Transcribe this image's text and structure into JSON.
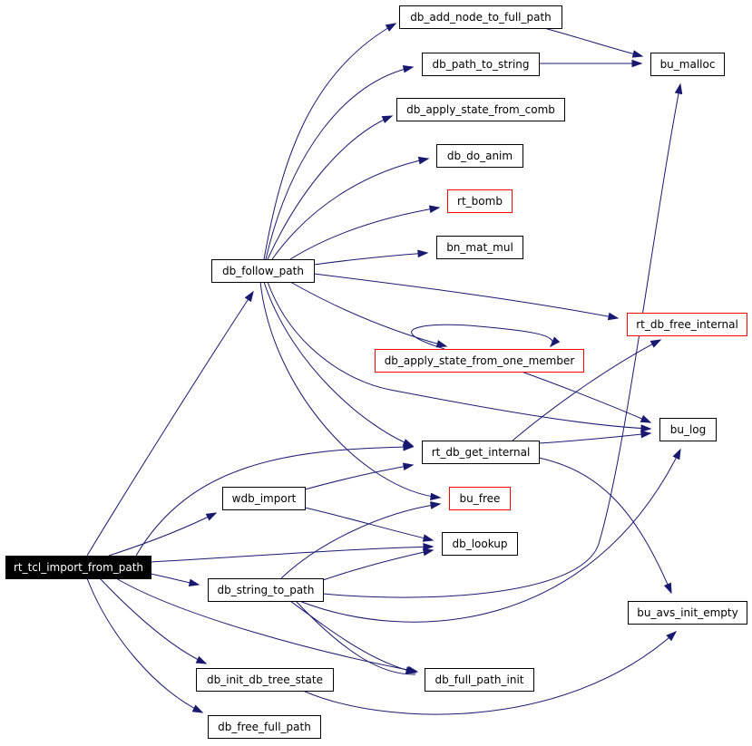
{
  "colors": {
    "edge": "#191970",
    "node_border": "#000000",
    "node_border_truncated": "#ff0000",
    "root_fill": "#000000",
    "root_text": "#ffffff"
  },
  "nodes": [
    {
      "id": "rt_tcl_import_from_path",
      "label": "rt_tcl_import_from_path",
      "kind": "root"
    },
    {
      "id": "db_follow_path",
      "label": "db_follow_path",
      "kind": "normal"
    },
    {
      "id": "db_add_node_to_full_path",
      "label": "db_add_node_to_full_path",
      "kind": "normal"
    },
    {
      "id": "db_path_to_string",
      "label": "db_path_to_string",
      "kind": "normal"
    },
    {
      "id": "bu_malloc",
      "label": "bu_malloc",
      "kind": "normal"
    },
    {
      "id": "db_apply_state_from_comb",
      "label": "db_apply_state_from_comb",
      "kind": "normal"
    },
    {
      "id": "db_do_anim",
      "label": "db_do_anim",
      "kind": "normal"
    },
    {
      "id": "rt_bomb",
      "label": "rt_bomb",
      "kind": "truncated"
    },
    {
      "id": "bn_mat_mul",
      "label": "bn_mat_mul",
      "kind": "normal"
    },
    {
      "id": "rt_db_free_internal",
      "label": "rt_db_free_internal",
      "kind": "truncated"
    },
    {
      "id": "db_apply_state_from_one_member",
      "label": "db_apply_state_from_one_member",
      "kind": "truncated"
    },
    {
      "id": "bu_log",
      "label": "bu_log",
      "kind": "normal"
    },
    {
      "id": "rt_db_get_internal",
      "label": "rt_db_get_internal",
      "kind": "normal"
    },
    {
      "id": "wdb_import",
      "label": "wdb_import",
      "kind": "normal"
    },
    {
      "id": "bu_free",
      "label": "bu_free",
      "kind": "truncated"
    },
    {
      "id": "db_lookup",
      "label": "db_lookup",
      "kind": "normal"
    },
    {
      "id": "db_string_to_path",
      "label": "db_string_to_path",
      "kind": "normal"
    },
    {
      "id": "bu_avs_init_empty",
      "label": "bu_avs_init_empty",
      "kind": "normal"
    },
    {
      "id": "db_init_db_tree_state",
      "label": "db_init_db_tree_state",
      "kind": "normal"
    },
    {
      "id": "db_full_path_init",
      "label": "db_full_path_init",
      "kind": "normal"
    },
    {
      "id": "db_free_full_path",
      "label": "db_free_full_path",
      "kind": "normal"
    }
  ],
  "edges": [
    {
      "from": "rt_tcl_import_from_path",
      "to": "db_follow_path"
    },
    {
      "from": "rt_tcl_import_from_path",
      "to": "rt_db_get_internal"
    },
    {
      "from": "rt_tcl_import_from_path",
      "to": "wdb_import"
    },
    {
      "from": "rt_tcl_import_from_path",
      "to": "db_lookup"
    },
    {
      "from": "rt_tcl_import_from_path",
      "to": "db_string_to_path"
    },
    {
      "from": "rt_tcl_import_from_path",
      "to": "db_full_path_init"
    },
    {
      "from": "rt_tcl_import_from_path",
      "to": "db_init_db_tree_state"
    },
    {
      "from": "rt_tcl_import_from_path",
      "to": "db_free_full_path"
    },
    {
      "from": "db_follow_path",
      "to": "db_add_node_to_full_path"
    },
    {
      "from": "db_follow_path",
      "to": "db_path_to_string"
    },
    {
      "from": "db_follow_path",
      "to": "db_apply_state_from_comb"
    },
    {
      "from": "db_follow_path",
      "to": "db_do_anim"
    },
    {
      "from": "db_follow_path",
      "to": "rt_bomb"
    },
    {
      "from": "db_follow_path",
      "to": "bn_mat_mul"
    },
    {
      "from": "db_follow_path",
      "to": "rt_db_free_internal"
    },
    {
      "from": "db_follow_path",
      "to": "db_apply_state_from_one_member"
    },
    {
      "from": "db_follow_path",
      "to": "bu_log"
    },
    {
      "from": "db_follow_path",
      "to": "rt_db_get_internal"
    },
    {
      "from": "db_follow_path",
      "to": "bu_free"
    },
    {
      "from": "db_add_node_to_full_path",
      "to": "bu_malloc"
    },
    {
      "from": "db_path_to_string",
      "to": "bu_malloc"
    },
    {
      "from": "db_apply_state_from_one_member",
      "to": "db_apply_state_from_one_member"
    },
    {
      "from": "db_apply_state_from_one_member",
      "to": "bu_log"
    },
    {
      "from": "rt_db_get_internal",
      "to": "rt_db_free_internal"
    },
    {
      "from": "rt_db_get_internal",
      "to": "bu_log"
    },
    {
      "from": "rt_db_get_internal",
      "to": "bu_avs_init_empty"
    },
    {
      "from": "wdb_import",
      "to": "rt_db_get_internal"
    },
    {
      "from": "wdb_import",
      "to": "db_lookup"
    },
    {
      "from": "db_string_to_path",
      "to": "bu_free"
    },
    {
      "from": "db_string_to_path",
      "to": "db_lookup"
    },
    {
      "from": "db_string_to_path",
      "to": "bu_malloc"
    },
    {
      "from": "db_string_to_path",
      "to": "bu_log"
    },
    {
      "from": "db_string_to_path",
      "to": "db_full_path_init"
    },
    {
      "from": "db_init_db_tree_state",
      "to": "bu_avs_init_empty"
    }
  ]
}
